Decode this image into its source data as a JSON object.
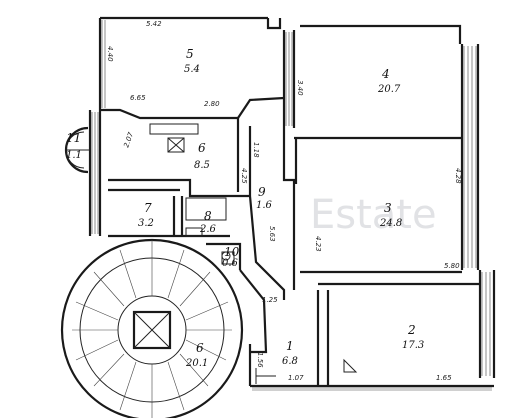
{
  "watermark": "Estate",
  "rooms": [
    {
      "num": "5",
      "area": "5.4"
    },
    {
      "num": "4",
      "area": "20.7"
    },
    {
      "num": "11",
      "area": "1.1"
    },
    {
      "num": "6",
      "area": "8.5"
    },
    {
      "num": "3",
      "area": "24.8"
    },
    {
      "num": "9",
      "area": "1.6"
    },
    {
      "num": "7",
      "area": "3.2"
    },
    {
      "num": "8",
      "area": "2.6"
    },
    {
      "num": "10",
      "area": "0.6"
    },
    {
      "num": "6",
      "area": "20.1"
    },
    {
      "num": "1",
      "area": "6.8"
    },
    {
      "num": "2",
      "area": "17.3"
    }
  ],
  "dimensions": [
    "5.42",
    "4.40",
    "3.40",
    "2.80",
    "6.65",
    "1.18",
    "2.07",
    "4.25",
    "4.23",
    "4.28",
    "5.63",
    "5.80",
    "1.25",
    "1.56",
    "1.65",
    "1.07"
  ]
}
